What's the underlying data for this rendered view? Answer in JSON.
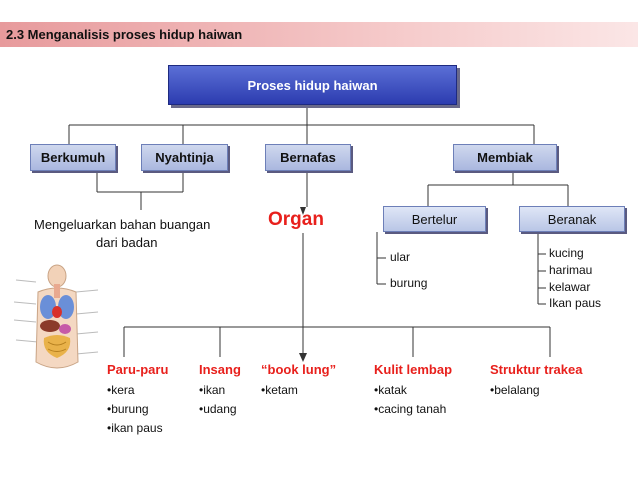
{
  "header": {
    "title": "2.3  Menganalisis proses hidup haiwan"
  },
  "root": {
    "label": "Proses hidup haiwan"
  },
  "processes": {
    "berkumuh": "Berkumuh",
    "nyahtinja": "Nyahtinja",
    "bernafas": "Bernafas",
    "membiak": "Membiak"
  },
  "excretion_desc": {
    "line1": "Mengeluarkan bahan buangan",
    "line2": "dari badan"
  },
  "organ_label": "Organ",
  "reproduction": {
    "bertelur": {
      "label": "Bertelur",
      "examples": [
        "ular",
        "burung"
      ]
    },
    "beranak": {
      "label": "Beranak",
      "examples": [
        "kucing",
        "harimau",
        "kelawar",
        "Ikan paus"
      ]
    }
  },
  "organs": [
    {
      "name": "Paru-paru",
      "examples": [
        "kera",
        "burung",
        "ikan paus"
      ]
    },
    {
      "name": "Insang",
      "examples": [
        "ikan",
        "udang"
      ]
    },
    {
      "name": "“book lung”",
      "examples": [
        "ketam"
      ]
    },
    {
      "name": "Kulit lembap",
      "examples": [
        "katak",
        "cacing tanah"
      ]
    },
    {
      "name": "Struktur trakea",
      "examples": [
        "belalang"
      ]
    }
  ],
  "colors": {
    "accent": "#e8201c",
    "root_fill": "#2c3cb0",
    "box_fill": "#aab7df",
    "header_fill": "#e79a9c"
  },
  "icons": {
    "anatomy": "human-organs-icon"
  }
}
